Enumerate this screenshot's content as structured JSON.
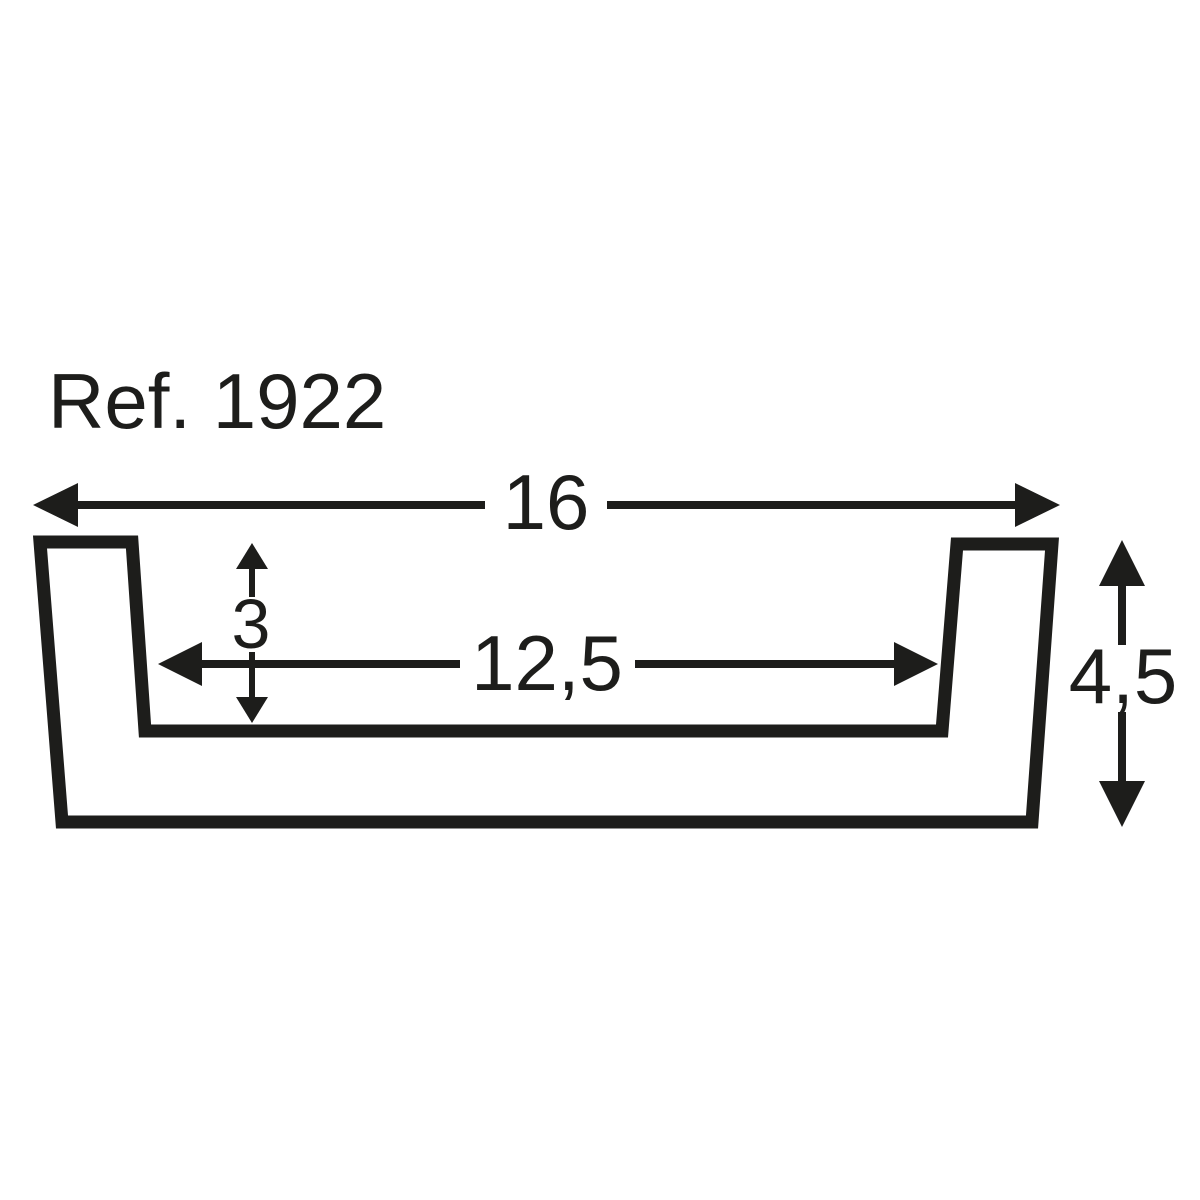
{
  "diagram": {
    "title": "Ref. 1922",
    "type": "profile-cross-section",
    "colors": {
      "line": "#1d1d1b",
      "background": "#ffffff"
    },
    "dimensions": {
      "overall_width": "16",
      "inner_width": "12,5",
      "inner_depth": "3",
      "overall_height": "4,5"
    }
  }
}
